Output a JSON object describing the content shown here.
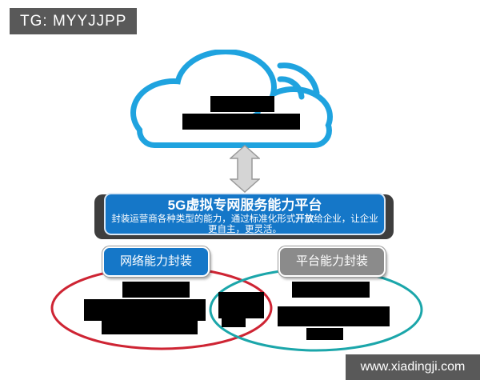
{
  "watermarks": {
    "top_left": "TG: MYYJJPP",
    "bottom_right": "www.xiadingji.com",
    "badge_bg": "#595959"
  },
  "cloud": {
    "name": "5g-network-cloud",
    "color": "#1fa3df",
    "redacted_text_lines": 2
  },
  "connector": {
    "type": "double-headed-vertical-arrow",
    "fill": "#d5d5d5",
    "stroke": "#999999"
  },
  "platform_box": {
    "title": "5G虚拟专网服务能力平台",
    "subtitle_pre": "封装运营商各种类型的能力，通过标准化形式",
    "subtitle_bold": "开放",
    "subtitle_post": "给企业，让企业更自主，更灵活。",
    "bg": "#1577c8"
  },
  "buttons": [
    {
      "label": "网络能力封装",
      "bg": "#1577c8"
    },
    {
      "label": "平台能力封装",
      "bg": "#8b8b8b"
    }
  ],
  "venn": {
    "left_ellipse_color": "#ce2433",
    "right_ellipse_color": "#1ba6aa",
    "content": "redacted (blacked-out text blocks)"
  }
}
